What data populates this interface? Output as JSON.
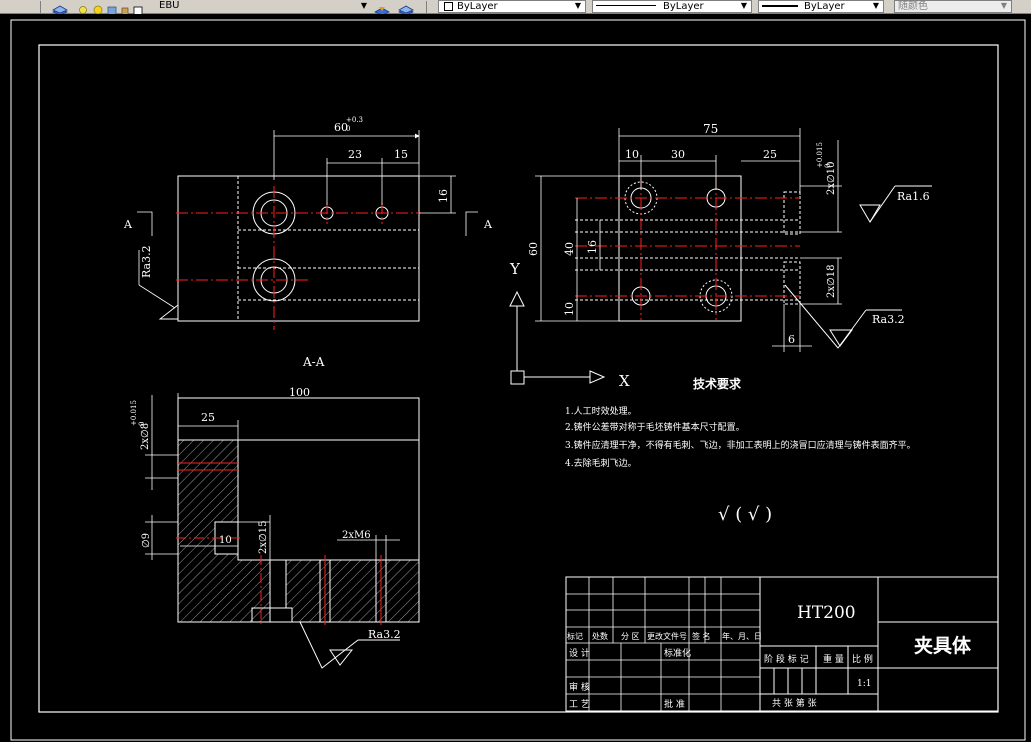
{
  "toolbar": {
    "layer_value": "EBU",
    "color_value": "ByLayer",
    "linetype_value": "ByLayer",
    "lineweight_value": "ByLayer",
    "plotstyle_value": "随颜色"
  },
  "drawing": {
    "front_view": {
      "dims": {
        "d60": "60",
        "d60_tol": "+0.3",
        "d60_tol0": "0",
        "d23": "23",
        "d15": "15",
        "d16": "16",
        "ra32": "Ra3.2"
      },
      "section_marks": {
        "left": "A",
        "right": "A"
      }
    },
    "section_view": {
      "title": "A-A",
      "dims": {
        "d100": "100",
        "d25": "25",
        "d2x8": "2x∅8",
        "d2x8_tol": "+0.015",
        "d2x8_tol0": "0",
        "d10": "10",
        "d2x15": "2x∅15",
        "phi9": "∅9",
        "d2xm6": "2xM6",
        "ra32": "Ra3.2"
      }
    },
    "top_view": {
      "dims": {
        "d75": "75",
        "d10": "10",
        "d30": "30",
        "d25": "25",
        "d60": "60",
        "d40": "40",
        "d16": "16",
        "d10b": "10",
        "d6": "6",
        "d2x10": "2x∅10",
        "d2x10_tol": "+0.015",
        "d2x10_tol0": "0",
        "d2x18": "2x∅18",
        "ra16": "Ra1.6",
        "ra32": "Ra3.2"
      }
    },
    "ucs": {
      "x": "X",
      "y": "Y"
    },
    "notes": {
      "title": "技术要求",
      "items": [
        "1.人工时效处理。",
        "2.铸件公差带对称于毛坯铸件基本尺寸配置。",
        "3.铸件应清理干净，不得有毛刺、飞边，非加工表明上的浇冒口应清理与铸件表面齐平。",
        "4.去除毛刺飞边。"
      ],
      "roughness": "√ ( √ )"
    },
    "title_block": {
      "material": "HT200",
      "part_name": "夹具体",
      "scale": "1:1",
      "header_labels": [
        "标记",
        "处数",
        "分 区",
        "更改文件号",
        "签 名",
        "年、月、日"
      ],
      "design_label": "设 计",
      "standard_label": "标准化",
      "review_label": "审 核",
      "process_label": "工 艺",
      "approve_label": "批 准",
      "stage_label": "阶 段 标 记",
      "weight_label": "重 量",
      "ratio_label": "比 例",
      "sheets_label": "共     张   第     张"
    }
  }
}
